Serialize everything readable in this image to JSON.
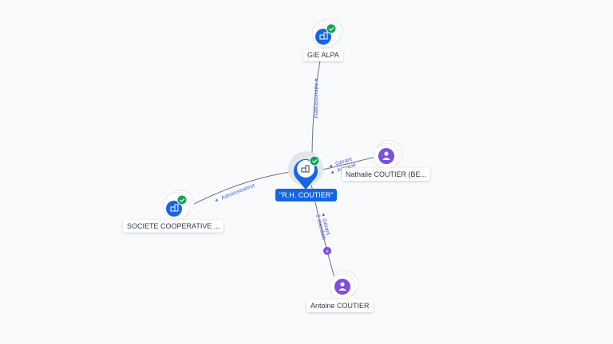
{
  "colors": {
    "company": "#1565e8",
    "person": "#7b4fe0",
    "verified": "#17a05d",
    "edge": "#6b7280",
    "edge_label_company": "#4a6fe0",
    "edge_label_person": "#5b4fd6",
    "background": "#f9fafc"
  },
  "center": {
    "name": "\"R.H. COUTIER\"",
    "type": "company",
    "icon": "building-icon",
    "verified": true
  },
  "nodes": [
    {
      "id": "gie-alpa",
      "name": "GIE ALPA",
      "type": "company",
      "icon": "building-icon",
      "verified": true
    },
    {
      "id": "nathalie",
      "name": "Nathalie COUTIER (BE...",
      "type": "person",
      "icon": "person-icon",
      "verified": false
    },
    {
      "id": "societe",
      "name": "SOCIETE COOPERATIVE ...",
      "type": "company",
      "icon": "building-icon",
      "verified": true
    },
    {
      "id": "antoine",
      "name": "Antoine COUTIER",
      "type": "person",
      "icon": "person-icon",
      "verified": false
    }
  ],
  "edges": [
    {
      "to": "gie-alpa",
      "labels": [
        "Administrateur"
      ]
    },
    {
      "to": "nathalie",
      "labels": [
        "Gérant",
        "Associé"
      ]
    },
    {
      "to": "societe",
      "labels": [
        "Administrateur"
      ]
    },
    {
      "to": "antoine",
      "labels": [
        "Gérant",
        "2 mandats"
      ],
      "expand": true
    }
  ]
}
